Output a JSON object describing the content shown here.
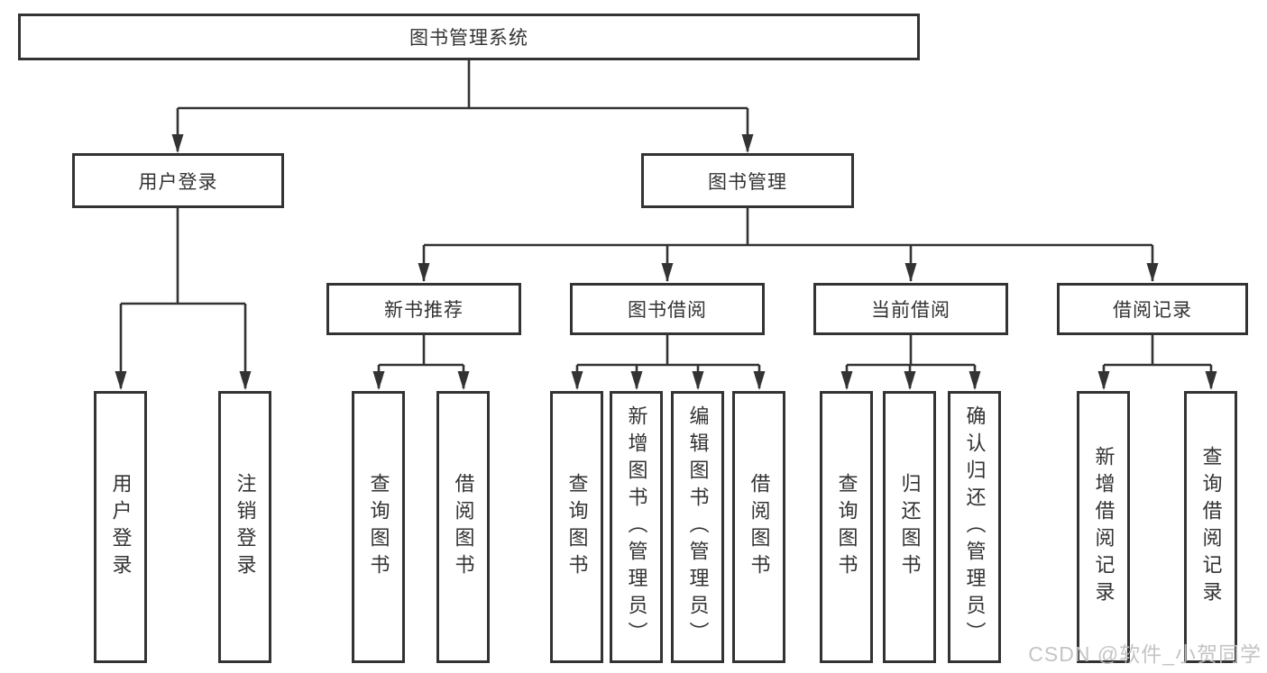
{
  "tree": {
    "root": {
      "label": "图书管理系统"
    },
    "level2": [
      {
        "label": "用户登录"
      },
      {
        "label": "图书管理"
      }
    ],
    "level3": [
      {
        "label": "新书推荐",
        "parent": "图书管理"
      },
      {
        "label": "图书借阅",
        "parent": "图书管理"
      },
      {
        "label": "当前借阅",
        "parent": "图书管理"
      },
      {
        "label": "借阅记录",
        "parent": "图书管理"
      }
    ],
    "leaves": [
      {
        "label": "用户登录",
        "parent": "用户登录"
      },
      {
        "label": "注销登录",
        "parent": "用户登录"
      },
      {
        "label": "查询图书",
        "parent": "新书推荐"
      },
      {
        "label": "借阅图书",
        "parent": "新书推荐"
      },
      {
        "label": "查询图书",
        "parent": "图书借阅"
      },
      {
        "label": "新增图书（管理员）",
        "parent": "图书借阅"
      },
      {
        "label": "编辑图书（管理员）",
        "parent": "图书借阅"
      },
      {
        "label": "借阅图书",
        "parent": "图书借阅"
      },
      {
        "label": "查询图书",
        "parent": "当前借阅"
      },
      {
        "label": "归还图书",
        "parent": "当前借阅"
      },
      {
        "label": "确认归还（管理员）",
        "parent": "当前借阅"
      },
      {
        "label": "新增借阅记录",
        "parent": "借阅记录"
      },
      {
        "label": "查询借阅记录",
        "parent": "借阅记录"
      }
    ]
  },
  "watermark": {
    "text": "CSDN @软件_小贺同学"
  },
  "colors": {
    "line": "#333333",
    "border": "#333333",
    "text": "#333333",
    "background": "#ffffff",
    "watermark_color": "#c0c0c0"
  }
}
